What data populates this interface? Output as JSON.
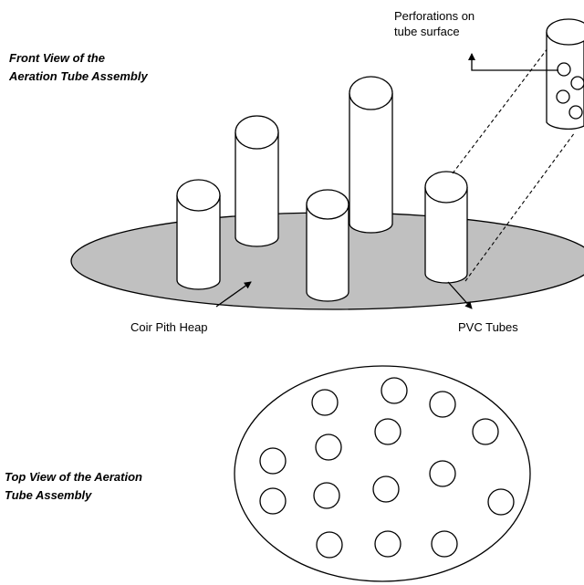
{
  "front_view": {
    "title_line1": "Front View of the",
    "title_line2": "Aeration Tube Assembly",
    "heap_label": "Coir Pith Heap",
    "tubes_label": "PVC Tubes",
    "perforations_line1": "Perforations on",
    "perforations_line2": "tube surface",
    "heap_fill": "#c0c0c0",
    "tube_fill": "#ffffff"
  },
  "top_view": {
    "title_line1": "Top View of the Aeration",
    "title_line2": "Tube Assembly"
  }
}
